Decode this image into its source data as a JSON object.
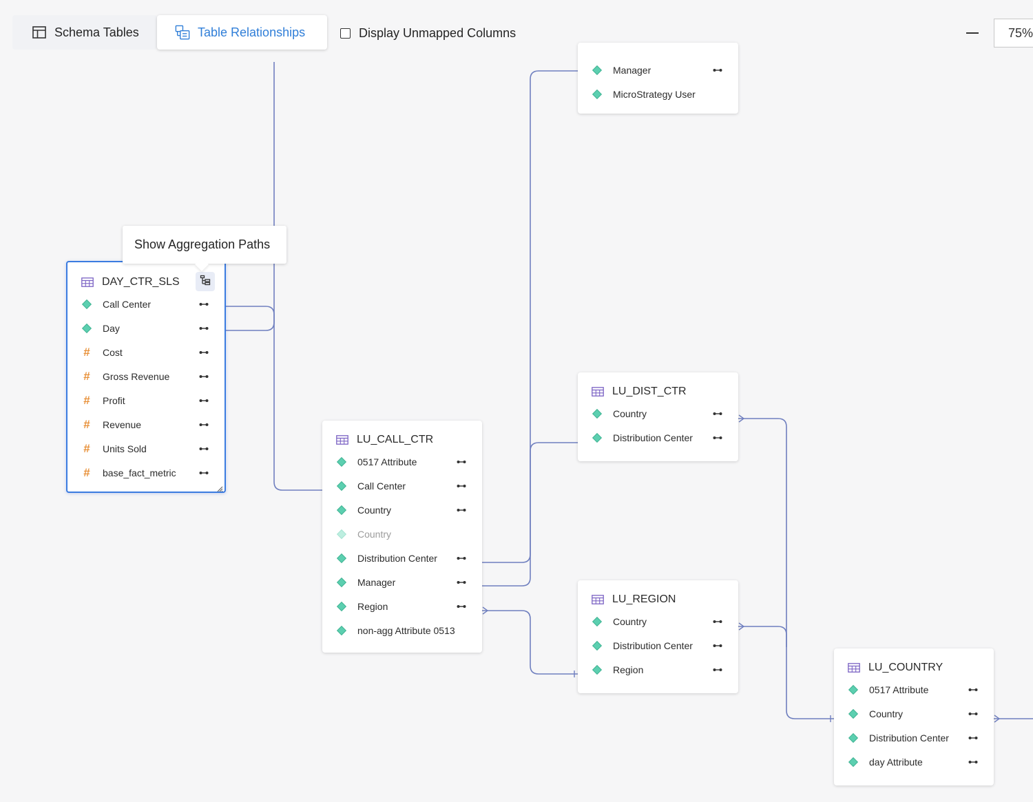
{
  "toolbar": {
    "schema_tables_label": "Schema Tables",
    "table_relationships_label": "Table Relationships",
    "display_unmapped_label": "Display Unmapped Columns",
    "display_unmapped_checked": false,
    "zoom_value": "75%"
  },
  "tooltip": {
    "text": "Show Aggregation Paths"
  },
  "colors": {
    "accent": "#2f7ed8",
    "attribute_icon": "#5ccfb0",
    "metric_icon": "#e8913a",
    "connector": "#6f7fbf",
    "table_icon": "#7b62c4"
  },
  "tables": {
    "top_partial": {
      "name": "",
      "rows": [
        {
          "label": "Manager",
          "icon": "diamond-icon",
          "key": true
        },
        {
          "label": "MicroStrategy User",
          "icon": "diamond-icon",
          "key": false
        }
      ]
    },
    "day_ctr_sls": {
      "name": "DAY_CTR_SLS",
      "rows": [
        {
          "label": "Call Center",
          "icon": "diamond-icon"
        },
        {
          "label": "Day",
          "icon": "diamond-icon"
        },
        {
          "label": "Cost",
          "icon": "hash-icon"
        },
        {
          "label": "Gross Revenue",
          "icon": "hash-icon"
        },
        {
          "label": "Profit",
          "icon": "hash-icon"
        },
        {
          "label": "Revenue",
          "icon": "hash-icon"
        },
        {
          "label": "Units Sold",
          "icon": "hash-icon"
        },
        {
          "label": "base_fact_metric",
          "icon": "hash-icon"
        }
      ]
    },
    "lu_call_ctr": {
      "name": "LU_CALL_CTR",
      "rows": [
        {
          "label": "0517 Attribute",
          "icon": "diamond-icon"
        },
        {
          "label": "Call Center",
          "icon": "diamond-icon"
        },
        {
          "label": "Country",
          "icon": "diamond-icon"
        },
        {
          "label": "Country",
          "icon": "diamond-icon-faded"
        },
        {
          "label": "Distribution Center",
          "icon": "diamond-icon"
        },
        {
          "label": "Manager",
          "icon": "diamond-icon"
        },
        {
          "label": "Region",
          "icon": "diamond-icon"
        },
        {
          "label": "non-agg Attribute 0513",
          "icon": "diamond-icon"
        }
      ]
    },
    "lu_dist_ctr": {
      "name": "LU_DIST_CTR",
      "rows": [
        {
          "label": "Country",
          "icon": "diamond-icon"
        },
        {
          "label": "Distribution Center",
          "icon": "diamond-icon"
        }
      ]
    },
    "lu_region": {
      "name": "LU_REGION",
      "rows": [
        {
          "label": "Country",
          "icon": "diamond-icon"
        },
        {
          "label": "Distribution Center",
          "icon": "diamond-icon"
        },
        {
          "label": "Region",
          "icon": "diamond-icon"
        }
      ]
    },
    "lu_country": {
      "name": "LU_COUNTRY",
      "rows": [
        {
          "label": "0517 Attribute",
          "icon": "diamond-icon"
        },
        {
          "label": "Country",
          "icon": "diamond-icon"
        },
        {
          "label": "Distribution Center",
          "icon": "diamond-icon"
        },
        {
          "label": "day Attribute",
          "icon": "diamond-icon"
        }
      ]
    }
  }
}
